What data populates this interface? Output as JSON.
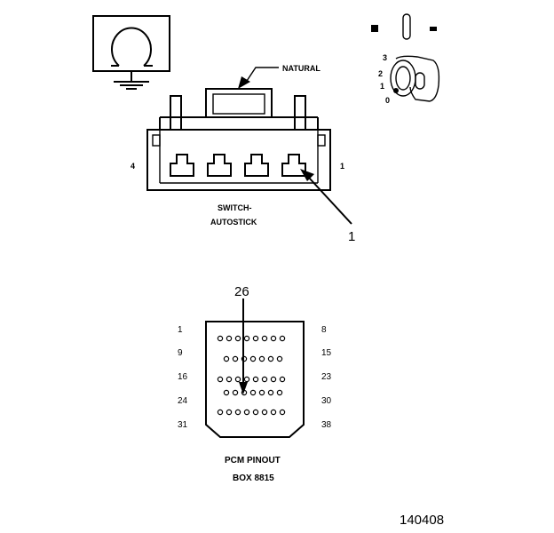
{
  "figure_id": "140408",
  "switch_connector": {
    "callout": "NATURAL",
    "pin_left": "4",
    "pin_right": "1",
    "title_line1": "SWITCH-",
    "title_line2": "AUTOSTICK",
    "pointer_number": "1"
  },
  "ignition_key": {
    "positions": [
      "3",
      "2",
      "1",
      "0"
    ]
  },
  "pcm_connector": {
    "pointer_number": "26",
    "left_numbers": [
      "1",
      "9",
      "16",
      "24",
      "31"
    ],
    "right_numbers": [
      "8",
      "15",
      "23",
      "30",
      "38"
    ],
    "title_line1": "PCM PINOUT",
    "title_line2": "BOX 8815"
  },
  "icons": [
    "ground-symbol-icon",
    "ignition-key-icon"
  ]
}
